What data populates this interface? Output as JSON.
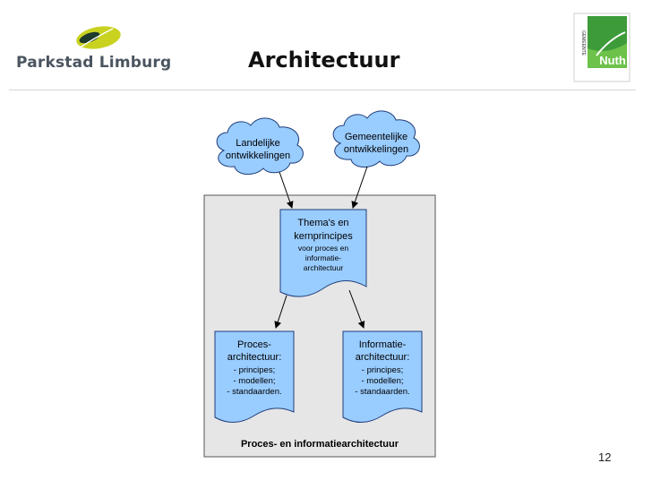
{
  "header": {
    "brand_name": "Parkstad Limburg",
    "title": "Architectuur",
    "right_logo_text": "Nuth",
    "right_logo_vertical": "GEMEENTE"
  },
  "diagram": {
    "cloud_left_lines": [
      "Landelijke",
      "ontwikkelingen"
    ],
    "cloud_right_lines": [
      "Gemeentelijke",
      "ontwikkelingen"
    ],
    "themes_lines": [
      "Thema's en",
      "kernprincipes",
      "voor proces en",
      "informatie-",
      "architectuur"
    ],
    "proces_lines": [
      "Proces-",
      "architectuur:",
      "- principes;",
      "- modellen;",
      "- standaarden."
    ],
    "info_lines": [
      "Informatie-",
      "architectuur:",
      "- principes;",
      "- modellen;",
      "- standaarden."
    ],
    "container_label": "Proces- en informatiearchitectuur"
  },
  "footer": {
    "page_number": "12"
  },
  "colors": {
    "box_fill": "#99ccff",
    "box_stroke": "#1f3d7a",
    "container_fill": "#e6e6e6",
    "logo_green": "#3d9b3a"
  }
}
